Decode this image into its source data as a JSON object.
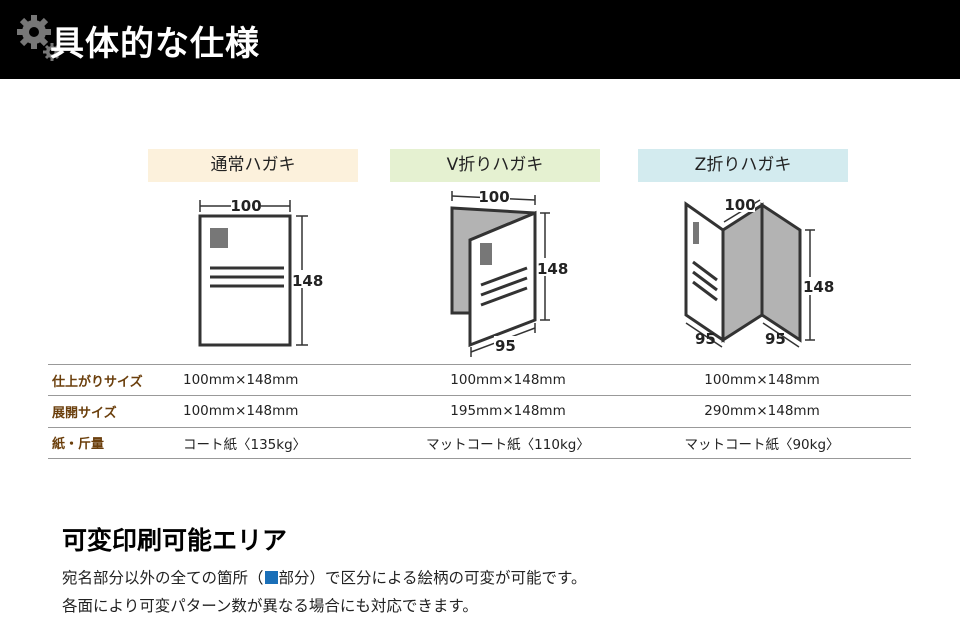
{
  "header": {
    "title": "具体的な仕様",
    "icon": "gear-icon"
  },
  "types": [
    {
      "label": "通常ハガキ",
      "color": "#fcf1dc",
      "dims": {
        "width": "100",
        "height": "148"
      }
    },
    {
      "label": "V折りハガキ",
      "color": "#e5f1d1",
      "dims": {
        "width": "100",
        "height": "148",
        "fold": "95"
      }
    },
    {
      "label": "Z折りハガキ",
      "color": "#d3ebef",
      "dims": {
        "width": "100",
        "height": "148",
        "fold_left": "95",
        "fold_right": "95"
      }
    }
  ],
  "spec_table": {
    "rows": [
      {
        "label": "仕上がりサイズ",
        "values": [
          "100mm×148mm",
          "100mm×148mm",
          "100mm×148mm"
        ]
      },
      {
        "label": "展開サイズ",
        "values": [
          "100mm×148mm",
          "195mm×148mm",
          "290mm×148mm"
        ]
      },
      {
        "label": "紙・斤量",
        "values": [
          "コート紙〈135kg〉",
          "マットコート紙〈110kg〉",
          "マットコート紙〈90kg〉"
        ]
      }
    ]
  },
  "variable_area": {
    "title": "可変印刷可能エリア",
    "line1_before": "宛名部分以外の全ての箇所（",
    "line1_after": "部分）で区分による絵柄の可変が可能です。",
    "line2": "各面により可変パターン数が異なる場合にも対応できます。",
    "highlight_color": "#1a6fb8"
  }
}
